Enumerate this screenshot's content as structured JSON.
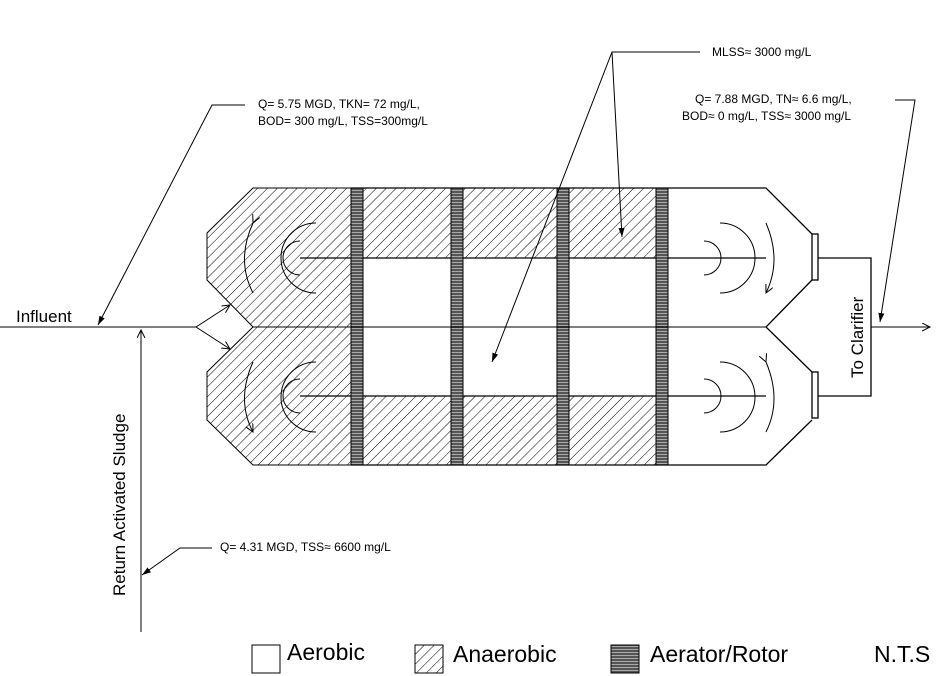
{
  "labels": {
    "influent": "Influent",
    "influent_q1": "Q= 5.75 MGD, TKN= 72 mg/L,",
    "influent_q2": "BOD= 300 mg/L, TSS=300mg/L",
    "mlss": "MLSS≈ 3000 mg/L",
    "effluent_q1": "Q= 7.88 MGD, TN≈ 6.6 mg/L,",
    "effluent_q2": "BOD≈ 0 mg/L, TSS≈ 3000 mg/L",
    "to_clarifier": "To Clarifier",
    "ras": "Return Activated Sludge",
    "ras_q": "Q= 4.31 MGD, TSS≈ 6600 mg/L"
  },
  "legend": {
    "aerobic": "Aerobic",
    "anaerobic": "Anaerobic",
    "aerator": "Aerator/Rotor",
    "scale": "N.T.S"
  }
}
